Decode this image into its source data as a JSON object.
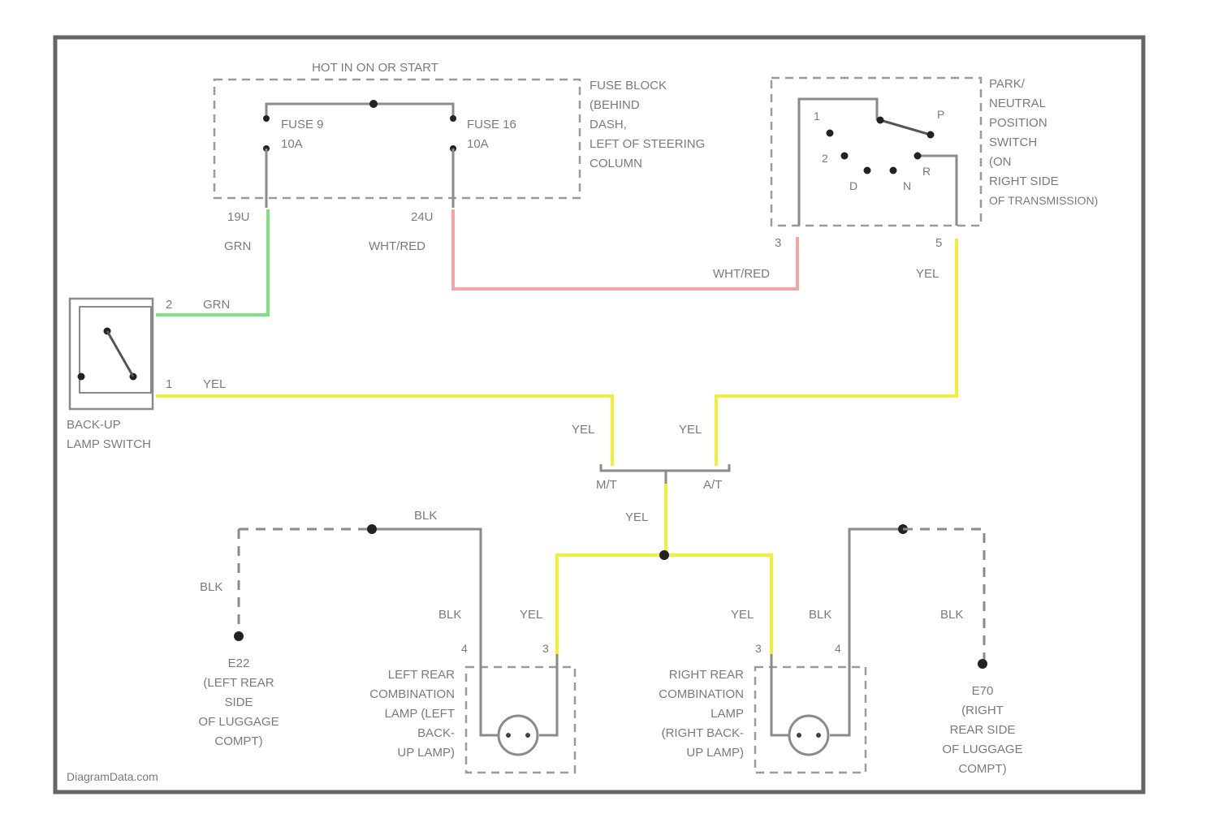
{
  "colors": {
    "border": "#666666",
    "wire_gray": "#8a8a8a",
    "wire_green": "#7ee07e",
    "wire_red": "#f2a6a6",
    "wire_yellow": "#f0f03a",
    "text": "#7a7a7a"
  },
  "header": {
    "power_label": "HOT IN ON OR START"
  },
  "fuse_block": {
    "title_lines": [
      "FUSE BLOCK",
      "(BEHIND",
      "DASH,",
      "LEFT OF STEERING",
      "COLUMN"
    ],
    "fuse_left": {
      "name": "FUSE 9",
      "rating": "10A",
      "pin": "19U",
      "wire": "GRN"
    },
    "fuse_right": {
      "name": "FUSE 16",
      "rating": "10A",
      "pin": "24U",
      "wire": "WHT/RED"
    }
  },
  "pn_switch": {
    "title_lines": [
      "PARK/",
      "NEUTRAL",
      "POSITION",
      "SWITCH",
      "(ON",
      "RIGHT SIDE",
      "OF TRANSMISSION)"
    ],
    "positions": [
      "P",
      "R",
      "N",
      "D",
      "2",
      "1"
    ],
    "pin_left": "3",
    "pin_right": "5",
    "wire_left": "WHT/RED",
    "wire_right": "YEL"
  },
  "backup_switch": {
    "title_lines": [
      "BACK-UP",
      "LAMP SWITCH"
    ],
    "pin_top": "2",
    "pin_bottom": "1",
    "wire_top": "GRN",
    "wire_bottom": "YEL"
  },
  "junction": {
    "left_wire": "YEL",
    "right_wire": "YEL",
    "left_label": "M/T",
    "right_label": "A/T",
    "bottom_wire": "YEL"
  },
  "left_ground": {
    "wire_top": "BLK",
    "wire_side": "BLK",
    "label_lines": [
      "E22",
      "(LEFT REAR",
      "SIDE",
      "OF LUGGAGE",
      "COMPT)"
    ]
  },
  "left_lamp": {
    "wire_blk": "BLK",
    "wire_yel": "YEL",
    "pin_left": "4",
    "pin_right": "3",
    "label_lines": [
      "LEFT REAR",
      "COMBINATION",
      "LAMP (LEFT",
      "BACK-",
      "UP LAMP)"
    ]
  },
  "right_lamp": {
    "wire_yel": "YEL",
    "wire_blk": "BLK",
    "pin_left": "3",
    "pin_right": "4",
    "label_lines": [
      "RIGHT REAR",
      "COMBINATION",
      "LAMP",
      "(RIGHT BACK-",
      "UP LAMP)"
    ]
  },
  "right_ground": {
    "wire_side": "BLK",
    "label_lines": [
      "E70",
      "(RIGHT",
      "REAR SIDE",
      "OF LUGGAGE",
      "COMPT)"
    ]
  },
  "footer": {
    "watermark": "DiagramData.com"
  }
}
